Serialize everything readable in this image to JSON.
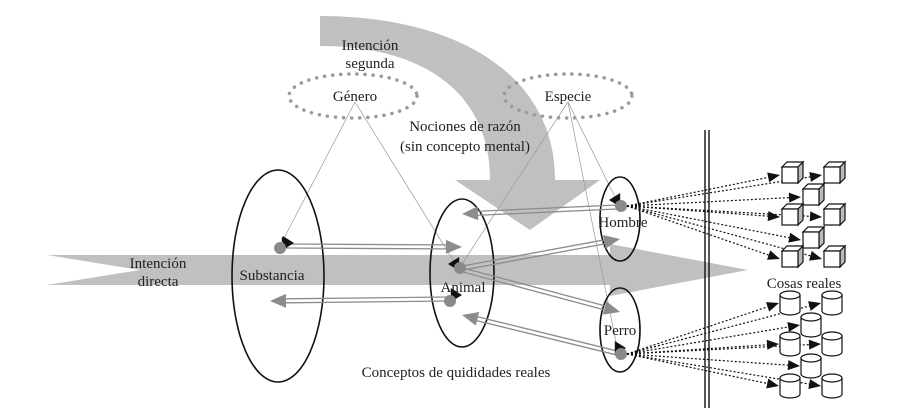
{
  "colors": {
    "arrow_fill": "#c0c0c0",
    "relation_arrow": "#8c8c8c",
    "node_dot": "#8a8a8a",
    "dotted_ellipse": "#9a9a9a",
    "ink": "#222222"
  },
  "labels": {
    "intencion_segunda": [
      "Intención",
      "segunda"
    ],
    "intencion_directa": [
      "Intención",
      "directa"
    ],
    "nociones_de_razon": [
      "Nociones de razón",
      "(sin concepto mental)"
    ],
    "genero": "Género",
    "especie": "Especie",
    "substancia": "Substancia",
    "animal": "Animal",
    "hombre": "Hombre",
    "perro": "Perro",
    "conceptos": "Conceptos de quididades reales",
    "cosas_reales": "Cosas reales"
  },
  "real_things": {
    "cubes_count": 8,
    "cylinders_count": 8
  }
}
